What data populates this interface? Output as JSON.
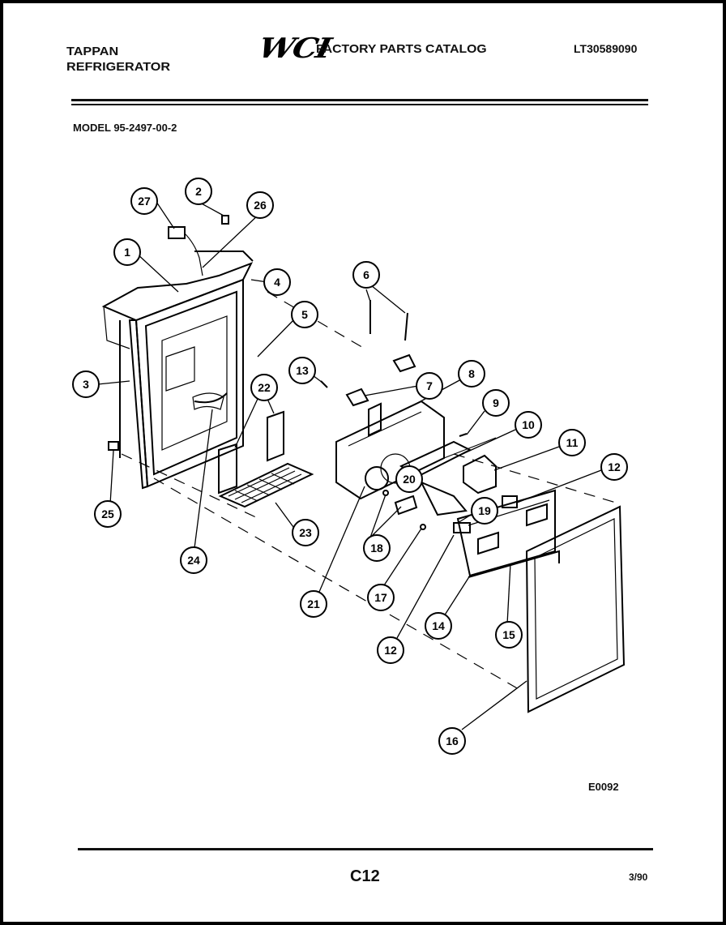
{
  "header": {
    "brand_line1": "TAPPAN",
    "brand_line2": "REFRIGERATOR",
    "logo_text": "WCI",
    "catalog_title": "FACTORY PARTS CATALOG",
    "doc_number": "LT30589090"
  },
  "model_label": "MODEL 95-2497-00-2",
  "diagram": {
    "callouts": [
      "27",
      "2",
      "26",
      "1",
      "4",
      "5",
      "6",
      "3",
      "22",
      "13",
      "7",
      "8",
      "9",
      "10",
      "11",
      "12",
      "20",
      "19",
      "18",
      "17",
      "23",
      "24",
      "25",
      "21",
      "14",
      "15",
      "12",
      "16"
    ]
  },
  "footer": {
    "diagram_code": "E0092",
    "page_number": "C12",
    "date": "3/90"
  }
}
